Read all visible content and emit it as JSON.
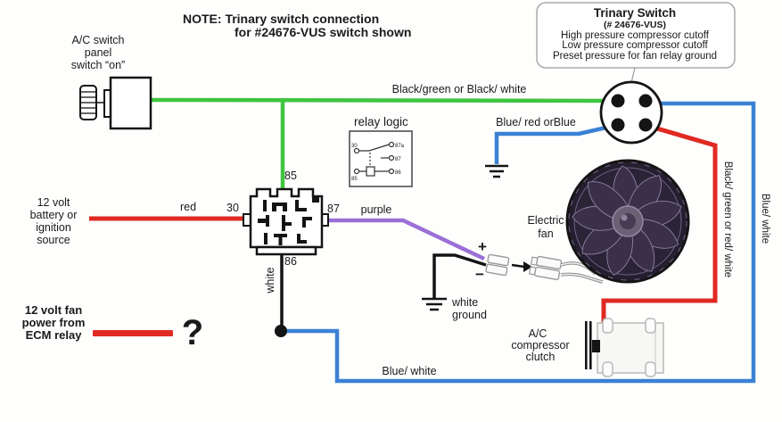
{
  "note": {
    "l1": "NOTE: Trinary switch connection",
    "l2": "for #24676-VUS switch shown"
  },
  "ac_switch": {
    "l1": "A/C switch",
    "l2": "panel",
    "l3": "switch “on”"
  },
  "trinary": {
    "title": "Trinary Switch",
    "part": "(# 24676-VUS)",
    "l1": "High pressure compressor cutoff",
    "l2": "Low pressure compressor cutoff",
    "l3": "Preset pressure for fan relay ground"
  },
  "battery": {
    "l1": "12 volt",
    "l2": "battery or",
    "l3": "ignition",
    "l4": "source"
  },
  "fan_label": {
    "l1": "Electric",
    "l2": "fan"
  },
  "compressor": {
    "l1": "A/C",
    "l2": "compressor",
    "l3": "clutch"
  },
  "ecm": {
    "l1": "12 volt fan",
    "l2": "power from",
    "l3": "ECM relay",
    "q": "?"
  },
  "ground_label": {
    "l1": "white",
    "l2": "ground"
  },
  "relay_logic": {
    "title": "relay logic",
    "p30": "30",
    "p85": "85",
    "p87a": "87a",
    "p87": "87",
    "p86": "86"
  },
  "relay_pins": {
    "p85": "85",
    "p30": "30",
    "p87": "87",
    "p86": "86"
  },
  "wires": {
    "green": "Black/green or Black/ white",
    "blue_trinary": "Blue/ red orBlue",
    "red": "red",
    "purple": "purple",
    "white_vert": "white",
    "blue_bottom": "Blue/ white",
    "red_vert": "Black/ green or red/ white",
    "blue_right": "Blue/ white"
  },
  "connector": {
    "plus": "+",
    "minus": "−"
  },
  "colors": {
    "green": "#3fc53f",
    "blue": "#3b82d6",
    "red": "#e02a22",
    "purple": "#9b6fd6",
    "black": "#141414"
  }
}
